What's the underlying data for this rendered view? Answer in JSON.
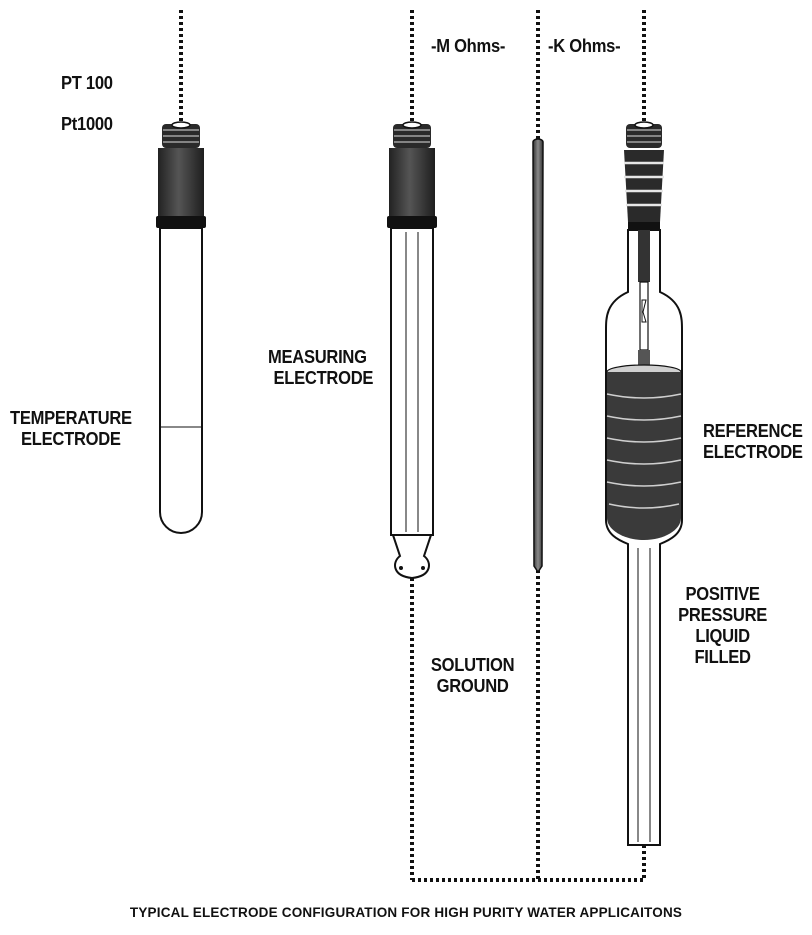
{
  "labels": {
    "pt100": "PT 100",
    "pt1000": "Pt1000",
    "m_ohms": "-M Ohms-",
    "k_ohms": "-K Ohms-",
    "temperature": [
      "TEMPERATURE",
      "ELECTRODE"
    ],
    "measuring": [
      "MEASURING",
      "ELECTRODE"
    ],
    "reference": [
      "REFERENCE",
      "ELECTRODE"
    ],
    "positive": [
      "POSITIVE",
      "PRESSURE",
      "LIQUID",
      "FILLED"
    ],
    "solution_ground": [
      "SOLUTION",
      "GROUND"
    ]
  },
  "caption": "TYPICAL  ELECTRODE  CONFIGURATION  FOR  HIGH  PURITY  WATER  APPLICAITONS"
}
